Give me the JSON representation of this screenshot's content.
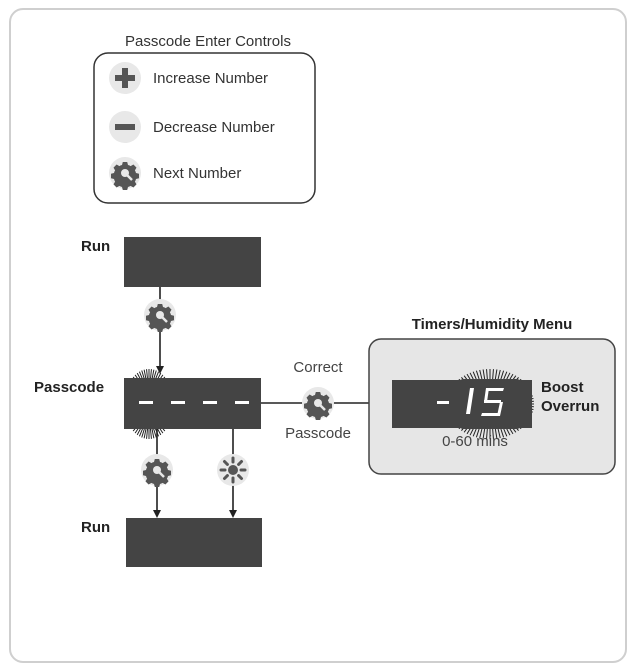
{
  "legend": {
    "title": "Passcode Enter Controls",
    "items": [
      {
        "icon": "plus-icon",
        "label": "Increase Number"
      },
      {
        "icon": "minus-icon",
        "label": "Decrease Number"
      },
      {
        "icon": "gear-icon",
        "label": "Next Number"
      }
    ]
  },
  "flow": {
    "run_top_label": "Run",
    "passcode_label": "Passcode",
    "run_bottom_label": "Run",
    "passcode_display": "- - - -",
    "correct_label": "Correct",
    "passcode_caption": "Passcode"
  },
  "menu": {
    "title": "Timers/Humidity Menu",
    "display_value": "-15",
    "param_line1": "Boost",
    "param_line2": "Overrun",
    "range": "0-60 mins"
  },
  "colors": {
    "display": "#444444",
    "menu_bg": "#e6e6e6",
    "icon_bg": "#e8e8e8",
    "icon_fg": "#555555",
    "flash": "#222222"
  }
}
